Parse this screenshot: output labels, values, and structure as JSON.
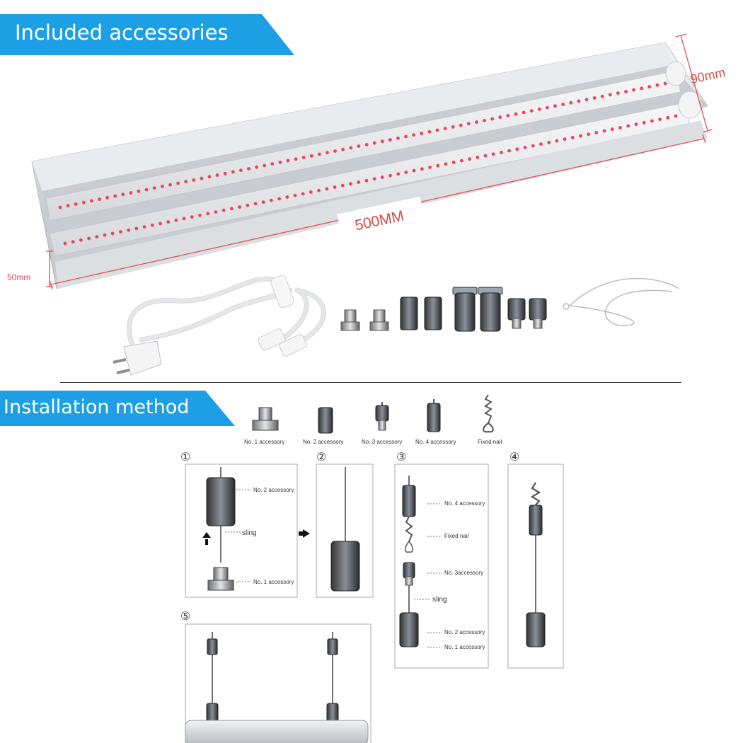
{
  "banners": {
    "accessories": "Included accessories",
    "installation": "Installation method"
  },
  "dimensions": {
    "length": "500MM",
    "height": "90mm",
    "width": "50mm"
  },
  "legend": {
    "item1": "No. 1 accessory",
    "item2": "No. 2 accessory",
    "item3": "No. 3 accessory",
    "item4": "No. 4 accessory",
    "item5": "Fixed nail"
  },
  "steps": {
    "s1": "①",
    "s2": "②",
    "s3": "③",
    "s4": "④",
    "s5": "⑤"
  },
  "step1": {
    "no2": "No. 2 accessory",
    "sling": "sling",
    "no1": "No. 1 accessory"
  },
  "step3": {
    "no4": "No. 4 accessory",
    "nail": "Fixed nail",
    "no3": "No. 3accessory",
    "sling": "sling",
    "no2": "No. 2 accessory",
    "no1": "No. 1 accessory"
  },
  "colors": {
    "banner": "#1d9fe6",
    "led": "#e8455c",
    "dimension": "#e05050"
  }
}
